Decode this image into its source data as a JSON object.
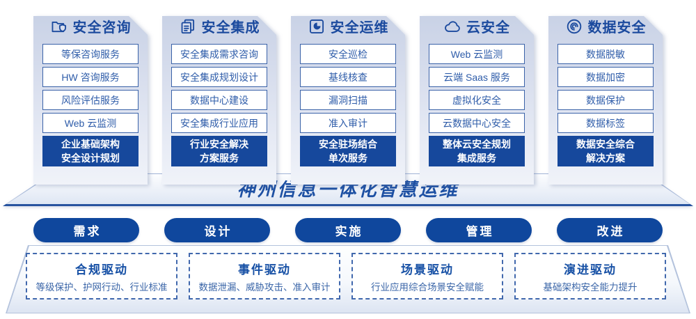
{
  "palette": {
    "primary_blue": "#16489c",
    "pill_blue": "#0f479d",
    "title_blue": "#1b4a9e",
    "item_text_blue": "#2e5ca9",
    "item_border_blue": "#3a62a8",
    "banner_text_blue": "#1d50a3",
    "banner_bottom_line": "#27539f",
    "dashed_border_blue": "#4168ad",
    "card_bg_top": "#c9d2e6",
    "card_bg_bottom": "#f0f3f9"
  },
  "columns": [
    {
      "title": "安全咨询",
      "icon": "folder-shield-icon",
      "items": [
        "等保咨询服务",
        "HW 咨询服务",
        "风险评估服务",
        "Web 云监测"
      ],
      "highlight": "企业基础架构\n安全设计规划"
    },
    {
      "title": "安全集成",
      "icon": "copy-docs-icon",
      "items": [
        "安全集成需求咨询",
        "安全集成规划设计",
        "数据中心建设",
        "安全集成行业应用"
      ],
      "highlight": "行业安全解决\n方案服务"
    },
    {
      "title": "安全运维",
      "icon": "monitor-pie-icon",
      "items": [
        "安全巡检",
        "基线核查",
        "漏洞扫描",
        "准入审计"
      ],
      "highlight": "安全驻场结合\n单次服务"
    },
    {
      "title": "云安全",
      "icon": "cloud-icon",
      "items": [
        "Web 云监测",
        "云端 Saas 服务",
        "虚拟化安全",
        "云数据中心安全"
      ],
      "highlight": "整体云安全规划\n集成服务"
    },
    {
      "title": "数据安全",
      "icon": "fingerprint-icon",
      "items": [
        "数据脱敏",
        "数据加密",
        "数据保护",
        "数据标签"
      ],
      "highlight": "数据安全综合\n解决方案"
    }
  ],
  "banner": {
    "title": "神州信息一体化智慧运维"
  },
  "process": [
    "需求",
    "设计",
    "实施",
    "管理",
    "改进"
  ],
  "drivers": [
    {
      "title": "合规驱动",
      "desc": "等级保护、护网行动、行业标准"
    },
    {
      "title": "事件驱动",
      "desc": "数据泄漏、威胁攻击、准入审计"
    },
    {
      "title": "场景驱动",
      "desc": "行业应用综合场景安全赋能"
    },
    {
      "title": "演进驱动",
      "desc": "基础架构安全能力提升"
    }
  ]
}
